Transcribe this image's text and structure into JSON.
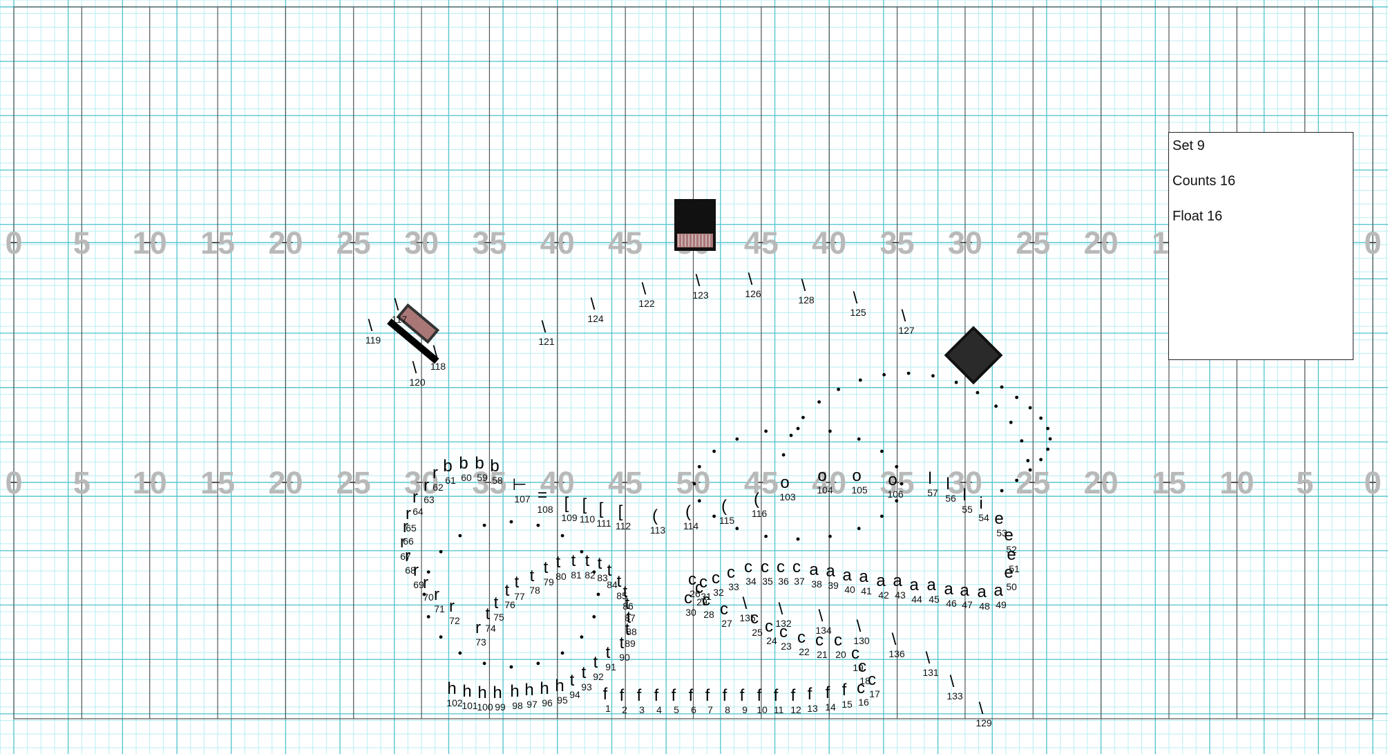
{
  "info": {
    "set": "Set 9",
    "counts": "Counts 16",
    "float": "Float 16"
  },
  "yard_line_numbers": [
    "0",
    "5",
    "10",
    "15",
    "20",
    "25",
    "30",
    "35",
    "40",
    "45",
    "50",
    "45",
    "40",
    "35",
    "30",
    "25",
    "20",
    "15",
    "10",
    "5",
    "0"
  ],
  "colors": {
    "grid_minor": "#b8eef2",
    "grid_major": "#5bc6d0",
    "yard_line": "#555555",
    "yard_number": "#b9b9b9",
    "marker": "#000000"
  },
  "props": [
    {
      "name": "prop-box-top-center"
    },
    {
      "name": "prop-riser-left"
    },
    {
      "name": "prop-cube-right"
    }
  ],
  "performers": [
    {
      "id": "1",
      "sym": "f"
    },
    {
      "id": "2",
      "sym": "f"
    },
    {
      "id": "3",
      "sym": "f"
    },
    {
      "id": "4",
      "sym": "f"
    },
    {
      "id": "5",
      "sym": "f"
    },
    {
      "id": "6",
      "sym": "f"
    },
    {
      "id": "7",
      "sym": "f"
    },
    {
      "id": "8",
      "sym": "f"
    },
    {
      "id": "9",
      "sym": "f"
    },
    {
      "id": "10",
      "sym": "f"
    },
    {
      "id": "11",
      "sym": "f"
    },
    {
      "id": "12",
      "sym": "f"
    },
    {
      "id": "13",
      "sym": "f"
    },
    {
      "id": "14",
      "sym": "f"
    },
    {
      "id": "15",
      "sym": "f"
    },
    {
      "id": "16",
      "sym": "c"
    },
    {
      "id": "17",
      "sym": "c"
    },
    {
      "id": "18",
      "sym": "c"
    },
    {
      "id": "19",
      "sym": "c"
    },
    {
      "id": "20",
      "sym": "c"
    },
    {
      "id": "21",
      "sym": "c"
    },
    {
      "id": "22",
      "sym": "c"
    },
    {
      "id": "23",
      "sym": "c"
    },
    {
      "id": "24",
      "sym": "c"
    },
    {
      "id": "25",
      "sym": "c"
    },
    {
      "id": "26",
      "sym": "c"
    },
    {
      "id": "27",
      "sym": "c"
    },
    {
      "id": "28",
      "sym": "c"
    },
    {
      "id": "29",
      "sym": "c"
    },
    {
      "id": "30",
      "sym": "c"
    },
    {
      "id": "31",
      "sym": "c"
    },
    {
      "id": "32",
      "sym": "c"
    },
    {
      "id": "33",
      "sym": "c"
    },
    {
      "id": "34",
      "sym": "c"
    },
    {
      "id": "35",
      "sym": "c"
    },
    {
      "id": "36",
      "sym": "c"
    },
    {
      "id": "37",
      "sym": "c"
    },
    {
      "id": "38",
      "sym": "a"
    },
    {
      "id": "39",
      "sym": "a"
    },
    {
      "id": "40",
      "sym": "a"
    },
    {
      "id": "41",
      "sym": "a"
    },
    {
      "id": "42",
      "sym": "a"
    },
    {
      "id": "43",
      "sym": "a"
    },
    {
      "id": "44",
      "sym": "a"
    },
    {
      "id": "45",
      "sym": "a"
    },
    {
      "id": "46",
      "sym": "a"
    },
    {
      "id": "47",
      "sym": "a"
    },
    {
      "id": "48",
      "sym": "a"
    },
    {
      "id": "49",
      "sym": "a"
    },
    {
      "id": "50",
      "sym": "e"
    },
    {
      "id": "51",
      "sym": "e"
    },
    {
      "id": "52",
      "sym": "e"
    },
    {
      "id": "53",
      "sym": "e"
    },
    {
      "id": "54",
      "sym": "i"
    },
    {
      "id": "55",
      "sym": "l"
    },
    {
      "id": "56",
      "sym": "l"
    },
    {
      "id": "57",
      "sym": "l"
    },
    {
      "id": "58",
      "sym": "b"
    },
    {
      "id": "59",
      "sym": "b"
    },
    {
      "id": "60",
      "sym": "b"
    },
    {
      "id": "61",
      "sym": "b"
    },
    {
      "id": "62",
      "sym": "r"
    },
    {
      "id": "63",
      "sym": "r"
    },
    {
      "id": "64",
      "sym": "r"
    },
    {
      "id": "65",
      "sym": "r"
    },
    {
      "id": "66",
      "sym": "r"
    },
    {
      "id": "67",
      "sym": "r"
    },
    {
      "id": "68",
      "sym": "r"
    },
    {
      "id": "69",
      "sym": "r"
    },
    {
      "id": "70",
      "sym": "r"
    },
    {
      "id": "71",
      "sym": "r"
    },
    {
      "id": "72",
      "sym": "r"
    },
    {
      "id": "73",
      "sym": "r"
    },
    {
      "id": "74",
      "sym": "t"
    },
    {
      "id": "75",
      "sym": "t"
    },
    {
      "id": "76",
      "sym": "t"
    },
    {
      "id": "77",
      "sym": "t"
    },
    {
      "id": "78",
      "sym": "t"
    },
    {
      "id": "79",
      "sym": "t"
    },
    {
      "id": "80",
      "sym": "t"
    },
    {
      "id": "81",
      "sym": "t"
    },
    {
      "id": "82",
      "sym": "t"
    },
    {
      "id": "83",
      "sym": "t"
    },
    {
      "id": "84",
      "sym": "t"
    },
    {
      "id": "85",
      "sym": "t"
    },
    {
      "id": "86",
      "sym": "t"
    },
    {
      "id": "87",
      "sym": "t"
    },
    {
      "id": "88",
      "sym": "t"
    },
    {
      "id": "89",
      "sym": "t"
    },
    {
      "id": "90",
      "sym": "t"
    },
    {
      "id": "91",
      "sym": "t"
    },
    {
      "id": "92",
      "sym": "t"
    },
    {
      "id": "93",
      "sym": "t"
    },
    {
      "id": "94",
      "sym": "t"
    },
    {
      "id": "95",
      "sym": "h"
    },
    {
      "id": "96",
      "sym": "h"
    },
    {
      "id": "97",
      "sym": "h"
    },
    {
      "id": "98",
      "sym": "h"
    },
    {
      "id": "99",
      "sym": "h"
    },
    {
      "id": "100",
      "sym": "h"
    },
    {
      "id": "101",
      "sym": "h"
    },
    {
      "id": "102",
      "sym": "h"
    },
    {
      "id": "103",
      "sym": "o"
    },
    {
      "id": "104",
      "sym": "o"
    },
    {
      "id": "105",
      "sym": "o"
    },
    {
      "id": "106",
      "sym": "o"
    },
    {
      "id": "107",
      "sym": "⊢"
    },
    {
      "id": "108",
      "sym": "="
    },
    {
      "id": "109",
      "sym": "["
    },
    {
      "id": "110",
      "sym": "["
    },
    {
      "id": "111",
      "sym": "["
    },
    {
      "id": "112",
      "sym": "["
    },
    {
      "id": "113",
      "sym": "("
    },
    {
      "id": "114",
      "sym": "("
    },
    {
      "id": "115",
      "sym": "("
    },
    {
      "id": "116",
      "sym": "("
    },
    {
      "id": "117",
      "sym": "\\"
    },
    {
      "id": "118",
      "sym": "\\"
    },
    {
      "id": "119",
      "sym": "\\"
    },
    {
      "id": "120",
      "sym": "\\"
    },
    {
      "id": "121",
      "sym": "\\"
    },
    {
      "id": "122",
      "sym": "\\"
    },
    {
      "id": "123",
      "sym": "\\"
    },
    {
      "id": "124",
      "sym": "\\"
    },
    {
      "id": "125",
      "sym": "\\"
    },
    {
      "id": "126",
      "sym": "\\"
    },
    {
      "id": "127",
      "sym": "\\"
    },
    {
      "id": "128",
      "sym": "\\"
    },
    {
      "id": "129",
      "sym": "\\"
    },
    {
      "id": "130",
      "sym": "\\"
    },
    {
      "id": "131",
      "sym": "\\"
    },
    {
      "id": "132",
      "sym": "\\"
    },
    {
      "id": "133",
      "sym": "\\"
    },
    {
      "id": "134",
      "sym": "\\"
    },
    {
      "id": "135",
      "sym": "\\"
    },
    {
      "id": "136",
      "sym": "\\"
    }
  ]
}
